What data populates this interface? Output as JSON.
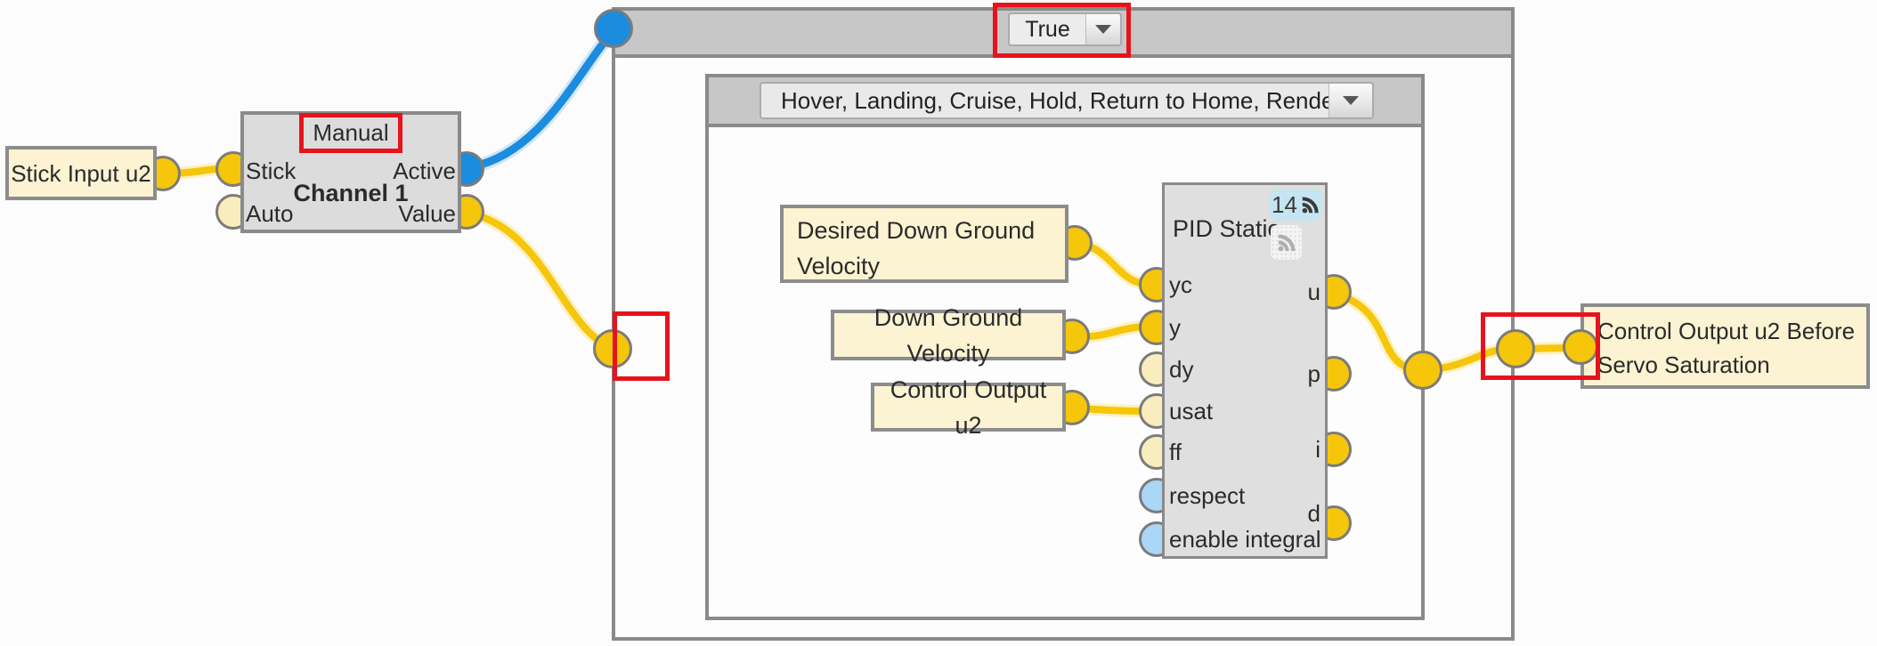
{
  "stick_input": {
    "label": "Stick Input u2"
  },
  "channel": {
    "title": "Channel 1",
    "mode": "Manual",
    "ports": {
      "stick": "Stick",
      "auto": "Auto",
      "active": "Active",
      "value": "Value"
    }
  },
  "outer_state": {
    "condition_selected": "True"
  },
  "inner_state": {
    "modes_selected": "Hover, Landing, Cruise, Hold, Return to Home, Rendezvous"
  },
  "labels": {
    "desired": "Desired Down Ground Velocity",
    "down_ground": "Down Ground Velocity",
    "control_output": "Control Output u2",
    "control_output_before": "Control Output u2 Before Servo Saturation"
  },
  "pid": {
    "title": "PID Static",
    "badge_count": "14",
    "inputs": [
      "yc",
      "y",
      "dy",
      "usat",
      "ff",
      "respect",
      "enable integral"
    ],
    "outputs": [
      "u",
      "p",
      "i",
      "d"
    ]
  },
  "colors": {
    "wire_yellow": "#F5C60A",
    "wire_blue": "#1B8CDE",
    "port_pale_yellow": "#F9EDBD",
    "port_light_blue": "#A9D7F5",
    "highlight_red": "#E8121C",
    "badge_blue": "#C5E5F2",
    "node_gray": "#DCDCDC",
    "label_cream": "#FBF3D2"
  }
}
